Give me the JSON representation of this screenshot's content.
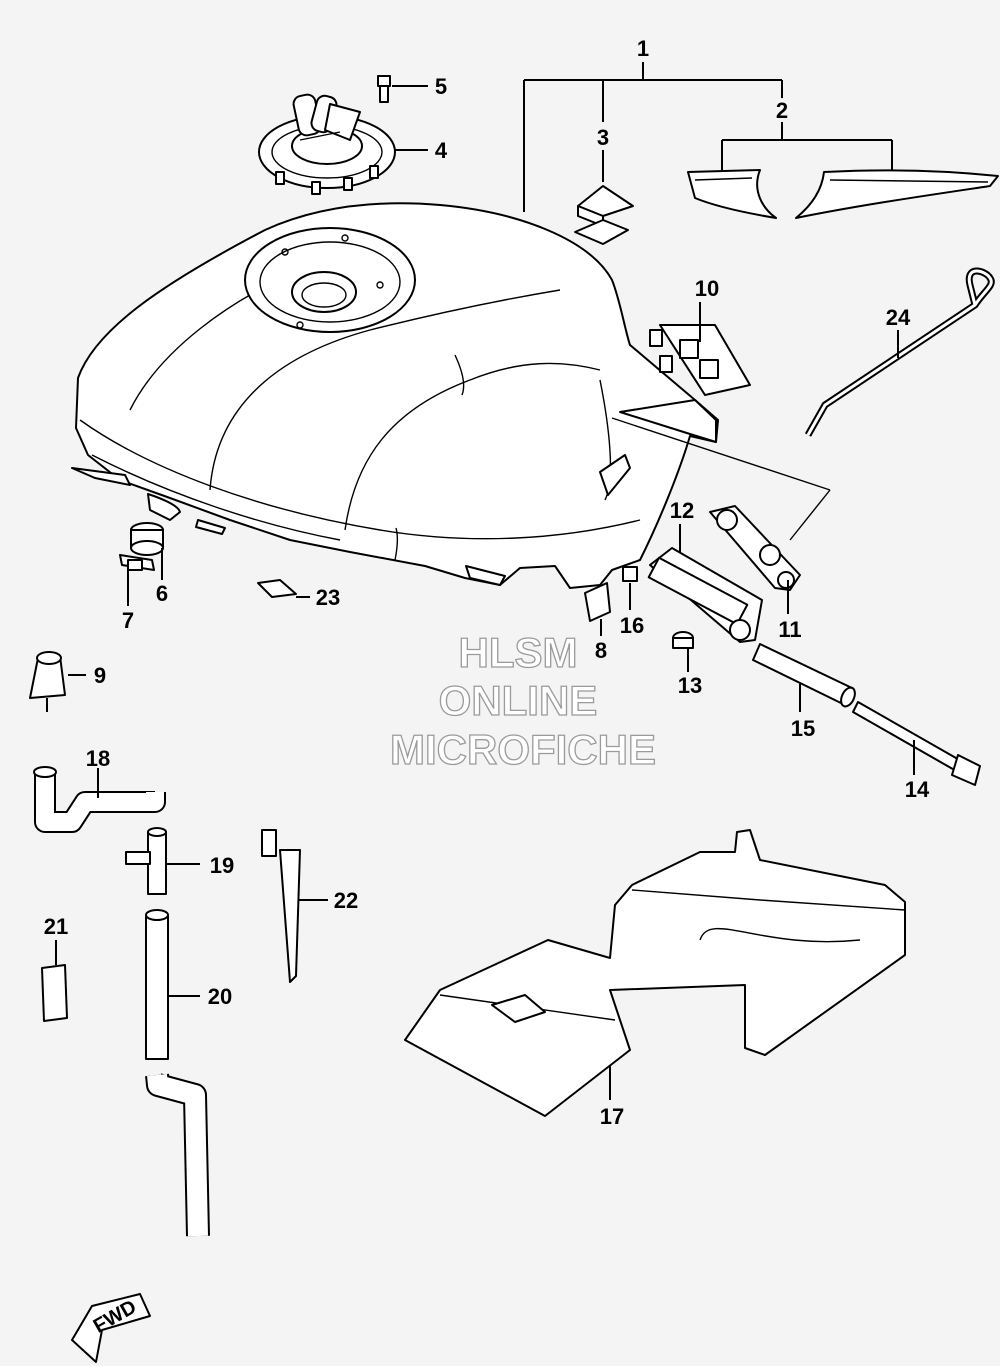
{
  "watermark": {
    "line1": "HLSM",
    "line2": "ONLINE",
    "line3": "MICROFICHE"
  },
  "direction_badge": "FWD",
  "callouts": [
    "1",
    "2",
    "3",
    "4",
    "5",
    "6",
    "7",
    "8",
    "9",
    "10",
    "11",
    "12",
    "13",
    "14",
    "15",
    "16",
    "17",
    "18",
    "19",
    "20",
    "21",
    "22",
    "23",
    "24"
  ]
}
